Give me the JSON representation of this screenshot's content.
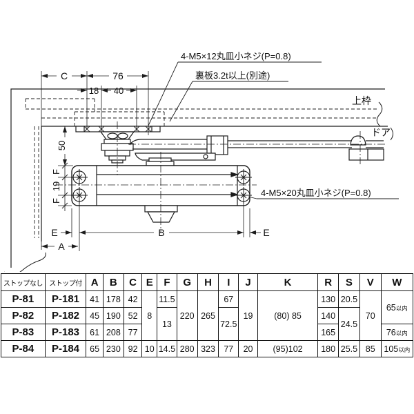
{
  "diagram": {
    "annotations": {
      "top_screw": "4-M5×12丸皿小ネジ(P=0.8)",
      "back_plate": "裏板3.2t以上(別途)",
      "top_frame": "上枠",
      "door": "ドア",
      "body_screw": "4-M5×20丸皿小ネジ(P=0.8)"
    },
    "dims": {
      "c": "C",
      "d76": "76",
      "d18": "18",
      "d40": "40",
      "d50": "50",
      "f_top": "F",
      "d19": "19",
      "f_bottom": "F",
      "e_left": "E",
      "b": "B",
      "e_right": "E",
      "a": "A"
    }
  },
  "table": {
    "headers": [
      "ストップなし",
      "ストップ付",
      "A",
      "B",
      "C",
      "E",
      "F",
      "G",
      "H",
      "I",
      "J",
      "K",
      "R",
      "S",
      "V",
      "W"
    ],
    "rows": {
      "r1": {
        "no_stop": "P-81",
        "stop": "P-181",
        "a": "41",
        "b": "178",
        "c": "42",
        "f": "11.5",
        "i": "67",
        "r": "130",
        "s": "20.5"
      },
      "r2": {
        "no_stop": "P-82",
        "stop": "P-182",
        "a": "45",
        "b": "190",
        "c": "52",
        "r": "140"
      },
      "r3": {
        "no_stop": "P-83",
        "stop": "P-183",
        "a": "61",
        "b": "208",
        "c": "77",
        "r": "165"
      },
      "r4": {
        "no_stop": "P-84",
        "stop": "P-184",
        "a": "65",
        "b": "230",
        "c": "92",
        "e": "10",
        "f": "14.5",
        "g": "280",
        "h": "323",
        "i": "77",
        "j": "20",
        "k": "(95)102",
        "r": "180",
        "s": "25.5",
        "v": "85",
        "w_num": "105",
        "w_suffix": "以内"
      }
    },
    "merged": {
      "e_r123": "8",
      "f_r23": "13",
      "g_r123": "220",
      "h_r123": "265",
      "i_r23": "72.5",
      "j_r123": "19",
      "k_r123": "(80) 85",
      "s_r23": "24.5",
      "v_r123": "70",
      "w_r12_num": "65",
      "w_r12_suffix": "以内",
      "w_r3_num": "76",
      "w_r3_suffix": "以内"
    }
  }
}
